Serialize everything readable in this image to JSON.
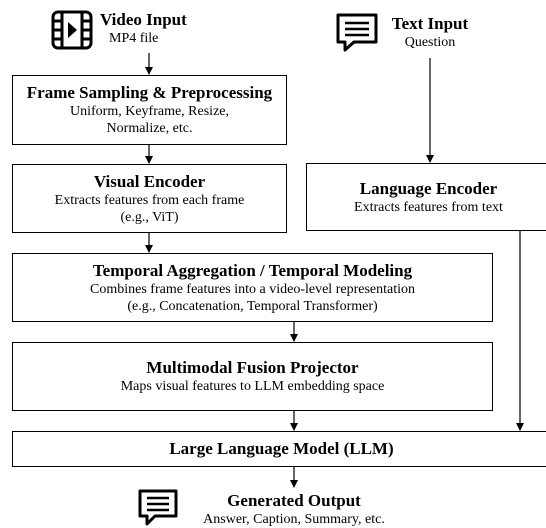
{
  "video_input": {
    "title": "Video Input",
    "subtitle": "MP4 file",
    "icon": "video-file-icon"
  },
  "text_input": {
    "title": "Text Input",
    "subtitle": "Question",
    "icon": "chat-message-icon"
  },
  "frame_sampling": {
    "title": "Frame Sampling & Preprocessing",
    "line1": "Uniform, Keyframe, Resize,",
    "line2": "Normalize, etc."
  },
  "visual_encoder": {
    "title": "Visual Encoder",
    "line1": "Extracts features from each frame",
    "line2": "(e.g., ViT)"
  },
  "language_encoder": {
    "title": "Language Encoder",
    "line1": "Extracts features from text"
  },
  "temporal": {
    "title": "Temporal Aggregation / Temporal Modeling",
    "line1": "Combines frame features into a video-level representation",
    "line2": "(e.g., Concatenation, Temporal Transformer)"
  },
  "fusion": {
    "title": "Multimodal Fusion Projector",
    "line1": "Maps visual features to LLM embedding space"
  },
  "llm": {
    "title": "Large Language Model (LLM)"
  },
  "output": {
    "title": "Generated Output",
    "subtitle": "Answer, Caption, Summary, etc.",
    "icon": "chat-message-icon"
  }
}
